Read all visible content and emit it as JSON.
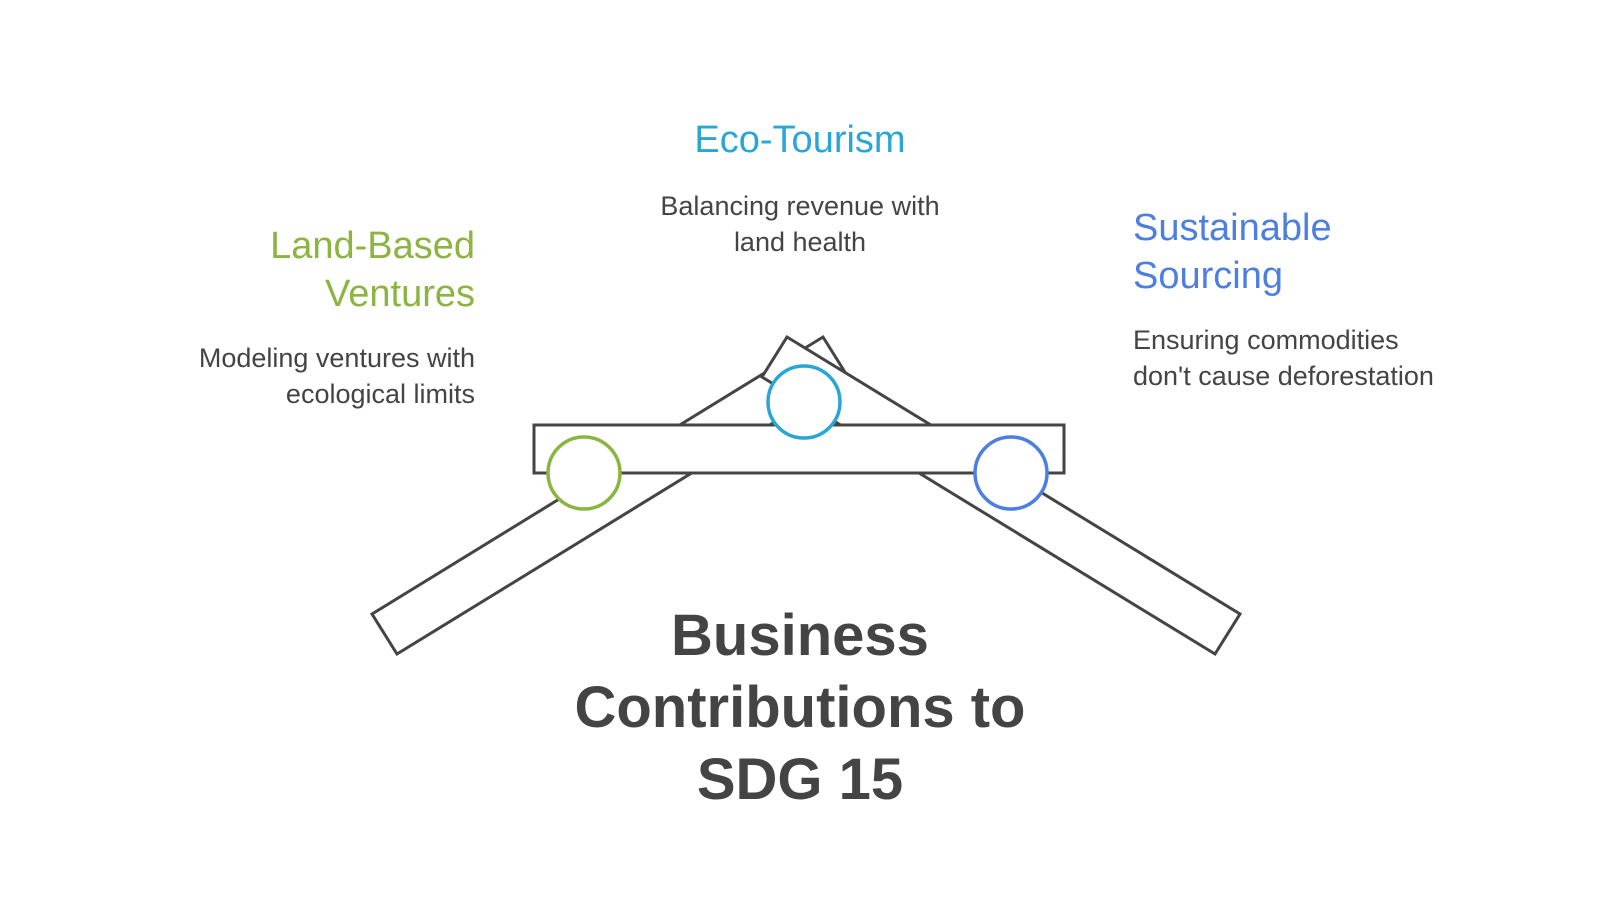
{
  "title": "Business Contributions to SDG 15",
  "colors": {
    "outline": "#444444",
    "land_based": "#8bb540",
    "eco_tourism": "#2aa6d5",
    "sustainable_sourcing": "#4d7fe0"
  },
  "items": {
    "eco_tourism": {
      "title": "Eco-Tourism",
      "description": "Balancing revenue with land health",
      "icon": "circle-node-icon"
    },
    "land_based": {
      "title": "Land-Based Ventures",
      "description": "Modeling ventures with ecological limits",
      "icon": "circle-node-icon"
    },
    "sustainable_sourcing": {
      "title": "Sustainable Sourcing",
      "description": "Ensuring commodities don't cause deforestation",
      "icon": "circle-node-icon"
    }
  }
}
